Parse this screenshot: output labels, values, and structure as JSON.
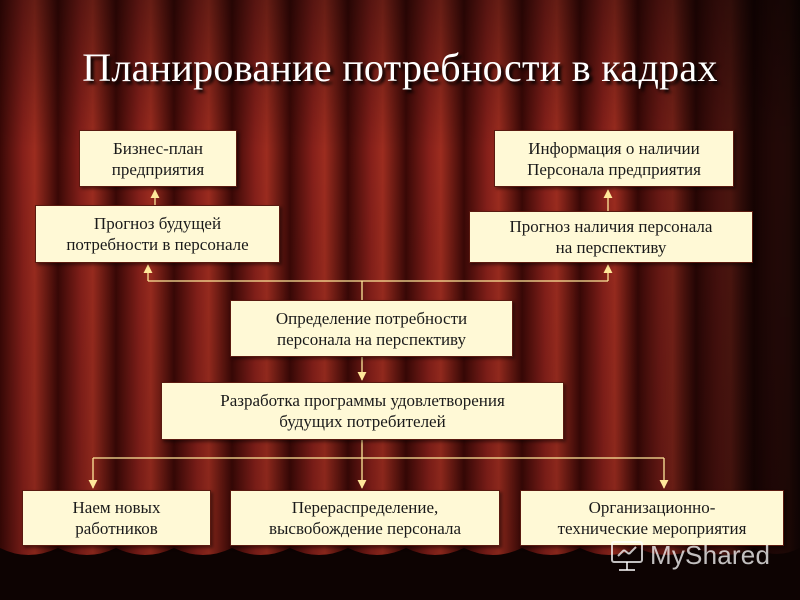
{
  "slide": {
    "title": "Планирование потребности в кадрах"
  },
  "boxes": {
    "business_plan": [
      "Бизнес-план",
      "предприятия"
    ],
    "staff_info": [
      "Информация о наличии",
      "Персонала предприятия"
    ],
    "future_need_forecast": [
      "Прогноз будущей",
      "потребности в персонале"
    ],
    "availability_forecast": [
      "Прогноз наличия персонала",
      "на перспективу"
    ],
    "need_determination": [
      "Определение потребности",
      "персонала на перспективу"
    ],
    "program_development": [
      "Разработка программы удовлетворения",
      "будущих потребителей"
    ],
    "hiring": [
      "Наем новых",
      "работников"
    ],
    "redistribution": [
      "Перераспределение,",
      "высвобождение персонала"
    ],
    "org_tech_measures": [
      "Организационно-",
      "технические мероприятия"
    ]
  },
  "watermark": {
    "text": "MyShared",
    "icon": "presentation-board-icon"
  },
  "colors": {
    "background": "#6a1410",
    "box_fill": "#fff9d6",
    "connector": "#ffe89a",
    "title": "#ffffff"
  }
}
